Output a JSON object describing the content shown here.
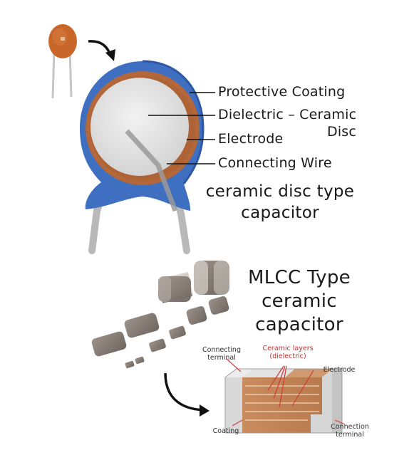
{
  "disc_capacitor": {
    "labels": {
      "protective_coating": "Protective Coating",
      "dielectric_line1": "Dielectric – Ceramic",
      "dielectric_line2": "Disc",
      "electrode": "Electrode",
      "connecting_wire": "Connecting Wire"
    },
    "caption_line1": "ceramic disc type",
    "caption_line2": "capacitor",
    "colors": {
      "coating": "#3f6fc0",
      "coating_dark": "#2e58a6",
      "electrode": "#b4683a",
      "dielectric": "#e4e4e4",
      "lead": "#b9b9b9",
      "small_body": "#c9662a"
    }
  },
  "mlcc": {
    "caption_line1": "MLCC Type",
    "caption_line2": "ceramic",
    "caption_line3": "capacitor",
    "labels": {
      "connecting_terminal_top_line1": "Connecting",
      "connecting_terminal_top_line2": "terminal",
      "ceramic_layers_line1": "Ceramic layers",
      "ceramic_layers_line2": "(dielectric)",
      "electrode": "Electrode",
      "coating": "Coating",
      "connection_terminal_line1": "Connection",
      "connection_terminal_line2": "terminal"
    },
    "colors": {
      "chip_body": "#8a7f77",
      "chip_end": "#c9c3bc",
      "section_fill": "#c4875a",
      "section_terminal": "#dadada",
      "leader": "#d23a3a"
    }
  }
}
